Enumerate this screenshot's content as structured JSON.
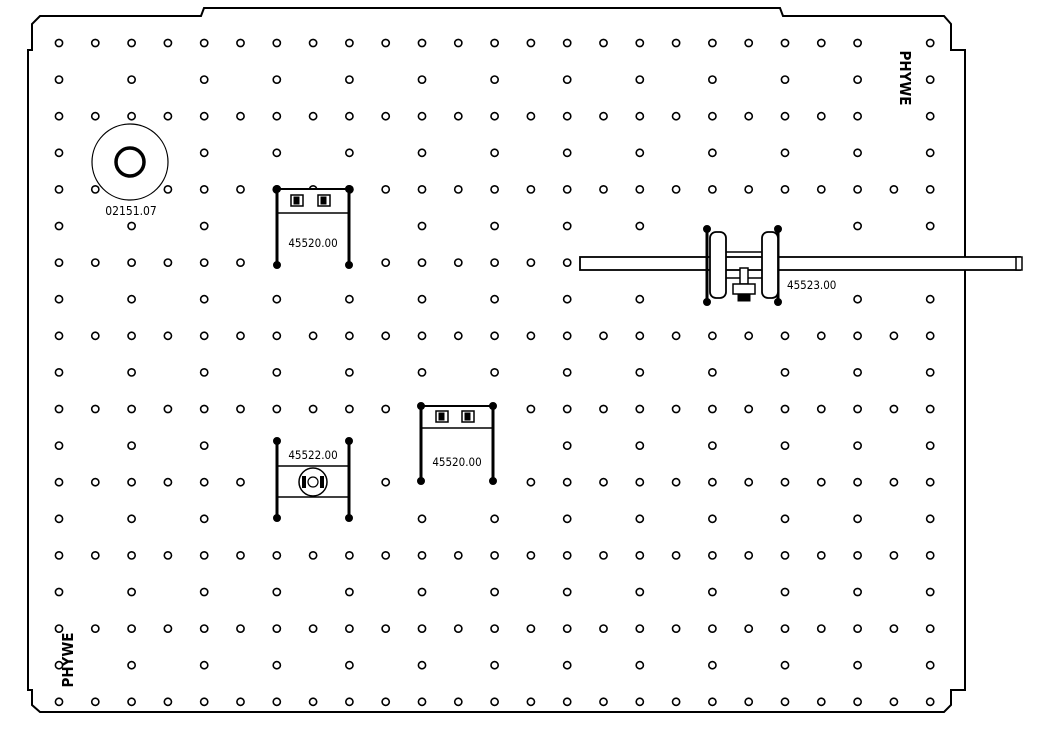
{
  "board": {
    "brand": "PHYWE",
    "brand_bottom": "PHYWE"
  },
  "components": {
    "lamp": {
      "code": "02151.07"
    },
    "holder_1": {
      "code": "45520.00"
    },
    "holder_2": {
      "code": "45520.00"
    },
    "lens_holder": {
      "code": "45522.00"
    },
    "rail_rider": {
      "code": "45523.00"
    }
  }
}
